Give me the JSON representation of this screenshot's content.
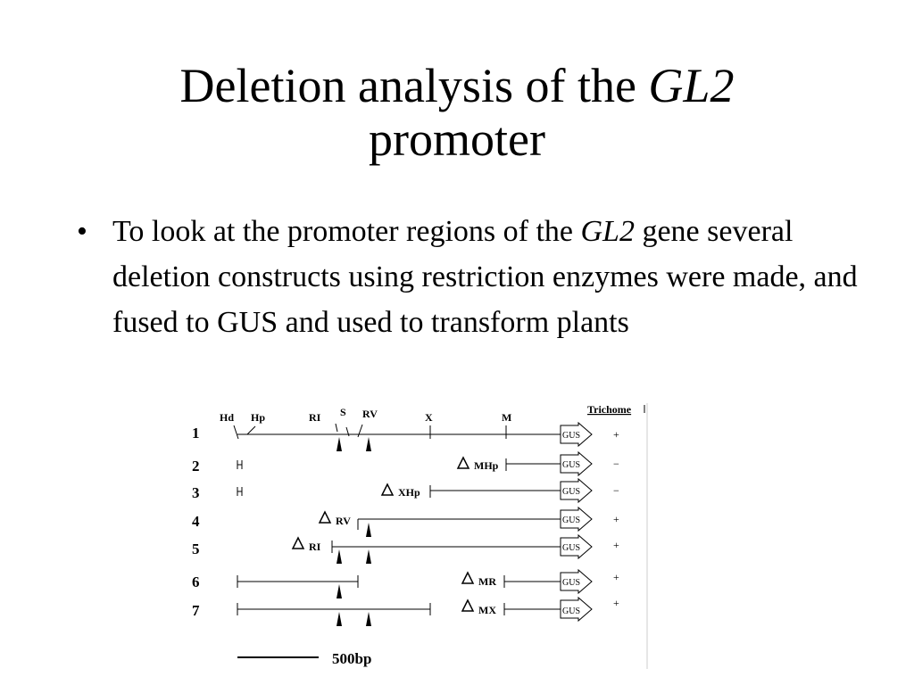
{
  "title": {
    "line1": "Deletion analysis of the ",
    "gene": "GL2",
    "line2": "promoter"
  },
  "bullet": {
    "marker": "•",
    "pre": "To look at the promoter regions of the ",
    "gene": "GL2",
    "post": " gene several deletion constructs using restriction enzymes were made, and fused to GUS and used to transform plants"
  },
  "diagram": {
    "header": "Trichome",
    "sites": [
      "Hd",
      "Hp",
      "RI",
      "S",
      "RV",
      "X",
      "M"
    ],
    "reporter": "GUS",
    "constructs": [
      {
        "num": "1",
        "deletion": "",
        "phenotype": "+"
      },
      {
        "num": "2",
        "deletion": "MHp",
        "phenotype": "−"
      },
      {
        "num": "3",
        "deletion": "XHp",
        "phenotype": "−"
      },
      {
        "num": "4",
        "deletion": "RV",
        "phenotype": "+"
      },
      {
        "num": "5",
        "deletion": "RI",
        "phenotype": "+"
      },
      {
        "num": "6",
        "deletion": "MR",
        "phenotype": "+"
      },
      {
        "num": "7",
        "deletion": "MX",
        "phenotype": "+"
      }
    ],
    "scale_bar": "500bp"
  }
}
